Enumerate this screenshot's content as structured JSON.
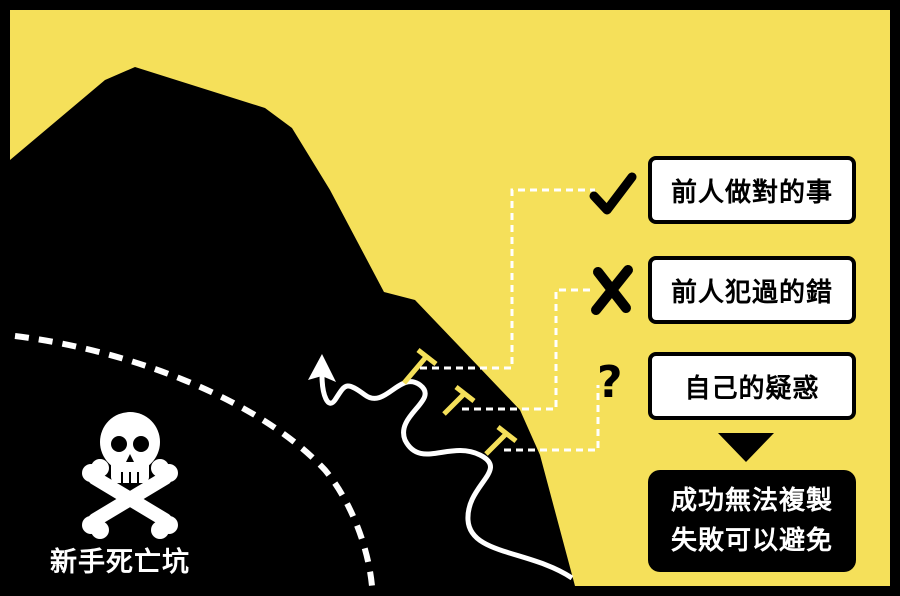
{
  "labels": {
    "right_things": "前人做對的事",
    "mistakes": "前人犯過的錯",
    "own_doubts": "自己的疑惑"
  },
  "result": {
    "line1": "成功無法複製",
    "line2": "失敗可以避免"
  },
  "death_pit": "新手死亡坑",
  "icons": {
    "check": "check-icon",
    "cross": "cross-icon",
    "question": "question-icon",
    "skull": "skull-crossbones-icon",
    "arrow": "down-triangle-arrow-icon"
  },
  "colors": {
    "background": "#f5e05a",
    "mountain": "#000000",
    "dashed_line": "#ffffff",
    "stakes": "#f5e05a"
  }
}
